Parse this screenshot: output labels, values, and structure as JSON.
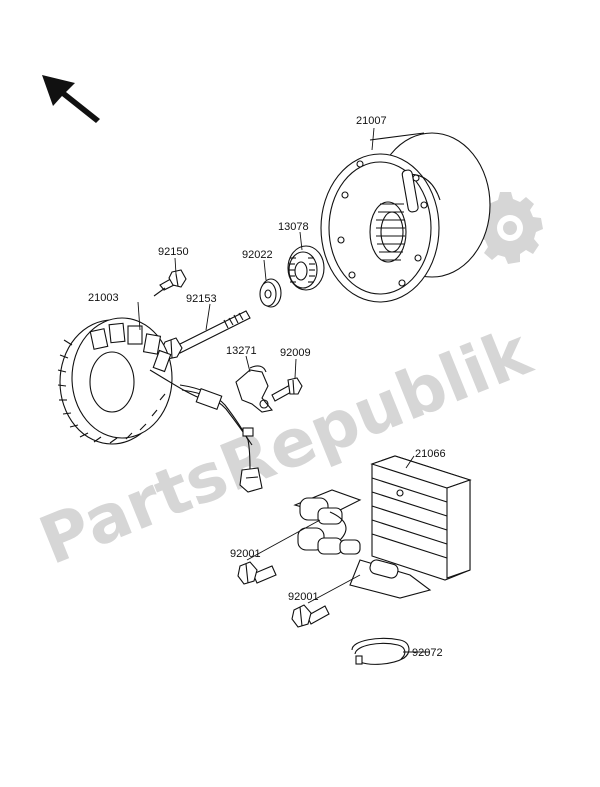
{
  "watermark": {
    "text": "PartsRepublik"
  },
  "parts": [
    {
      "id": "21007"
    },
    {
      "id": "13078"
    },
    {
      "id": "92150"
    },
    {
      "id": "92022"
    },
    {
      "id": "21003"
    },
    {
      "id": "92153"
    },
    {
      "id": "13271"
    },
    {
      "id": "92009"
    },
    {
      "id": "21066"
    },
    {
      "id": "92001"
    },
    {
      "id": "92001"
    },
    {
      "id": "92072"
    }
  ],
  "icons": {
    "direction_arrow": "arrow-up-left-icon",
    "watermark_gear": "gear-icon"
  },
  "colors": {
    "line": "#111111",
    "watermark": "#d6d6d6"
  }
}
